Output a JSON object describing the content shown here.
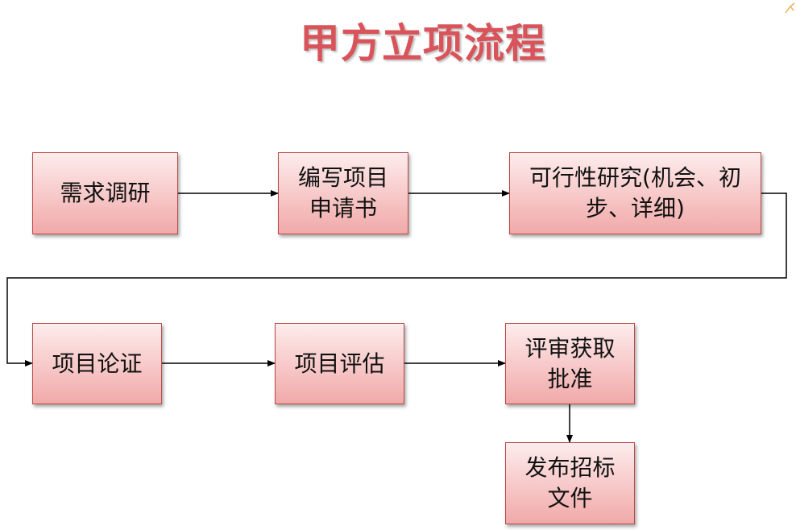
{
  "title": "甲方立项流程",
  "colors": {
    "title": "#d9535a",
    "node_fill_top": "#fdecec",
    "node_fill_bottom": "#f1a9a9",
    "node_border": "#b94a48",
    "connector": "#000000"
  },
  "nodes": [
    {
      "id": "demand-research",
      "label": "需求调研"
    },
    {
      "id": "write-proposal",
      "label": "编写项目申请书"
    },
    {
      "id": "feasibility-study",
      "label": "可行性研究(机会、初步、详细)"
    },
    {
      "id": "project-demonstration",
      "label": "项目论证"
    },
    {
      "id": "project-evaluation",
      "label": "项目评估"
    },
    {
      "id": "review-approval",
      "label": "评审获取批准"
    },
    {
      "id": "publish-tender",
      "label": "发布招标文件"
    }
  ],
  "edges": [
    {
      "from": "demand-research",
      "to": "write-proposal"
    },
    {
      "from": "write-proposal",
      "to": "feasibility-study"
    },
    {
      "from": "feasibility-study",
      "to": "project-demonstration"
    },
    {
      "from": "project-demonstration",
      "to": "project-evaluation"
    },
    {
      "from": "project-evaluation",
      "to": "review-approval"
    },
    {
      "from": "review-approval",
      "to": "publish-tender"
    }
  ],
  "corner_icon": "orange-outline-mark-icon"
}
